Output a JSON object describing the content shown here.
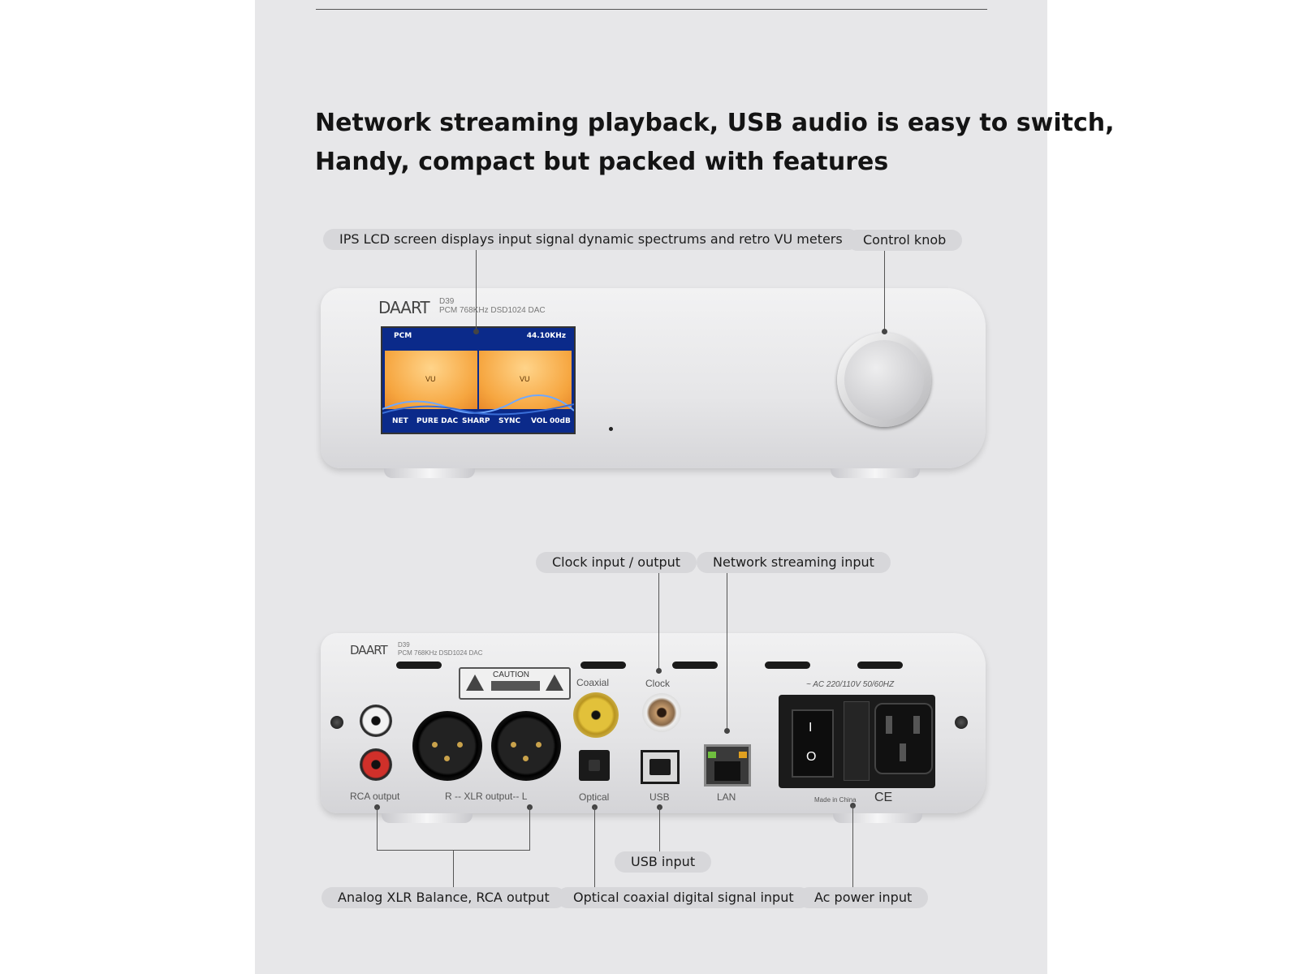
{
  "headline": {
    "line1": "Network streaming playback, USB audio is easy to switch,",
    "line2": "Handy, compact but packed with features"
  },
  "callouts": {
    "lcd": "IPS LCD screen displays input signal dynamic spectrums and retro VU meters",
    "knob": "Control knob",
    "clock": "Clock input / output",
    "network": "Network streaming input",
    "usb": "USB input",
    "analog": "Analog XLR Balance, RCA output",
    "optical": "Optical coaxial digital signal input",
    "power": "Ac power input"
  },
  "front_panel": {
    "brand": "DAART",
    "model": "D39",
    "spec": "PCM 768KHz DSD1024 DAC",
    "display": {
      "format": "PCM",
      "sample_rate": "44.10KHz",
      "meter_label_left": "VU",
      "meter_label_right": "VU",
      "status": [
        "NET",
        "PURE DAC",
        "SHARP",
        "SYNC",
        "VOL",
        "00dB"
      ]
    }
  },
  "rear_panel": {
    "brand": "DAART",
    "model": "D39",
    "spec": "PCM 768KHz DSD1024 DAC",
    "caution": "CAUTION",
    "voltage": "~ AC 220/110V 50/60HZ",
    "made_in": "Made in China",
    "ce": "CE",
    "switch_on": "I",
    "switch_off": "O",
    "labels": {
      "coaxial": "Coaxial",
      "clock": "Clock",
      "rca": "RCA output",
      "xlr": "R -- XLR output-- L",
      "optical": "Optical",
      "usb": "USB",
      "lan": "LAN"
    }
  },
  "colors": {
    "panel_bg": "#e7e7e9",
    "pill_bg": "#d7d7da",
    "lcd_bg": "#0b2a8a",
    "meter": "#f6a640",
    "rca_white": "#f2f2f2",
    "rca_red": "#d0302a",
    "coax_gold": "#e2c13a"
  }
}
